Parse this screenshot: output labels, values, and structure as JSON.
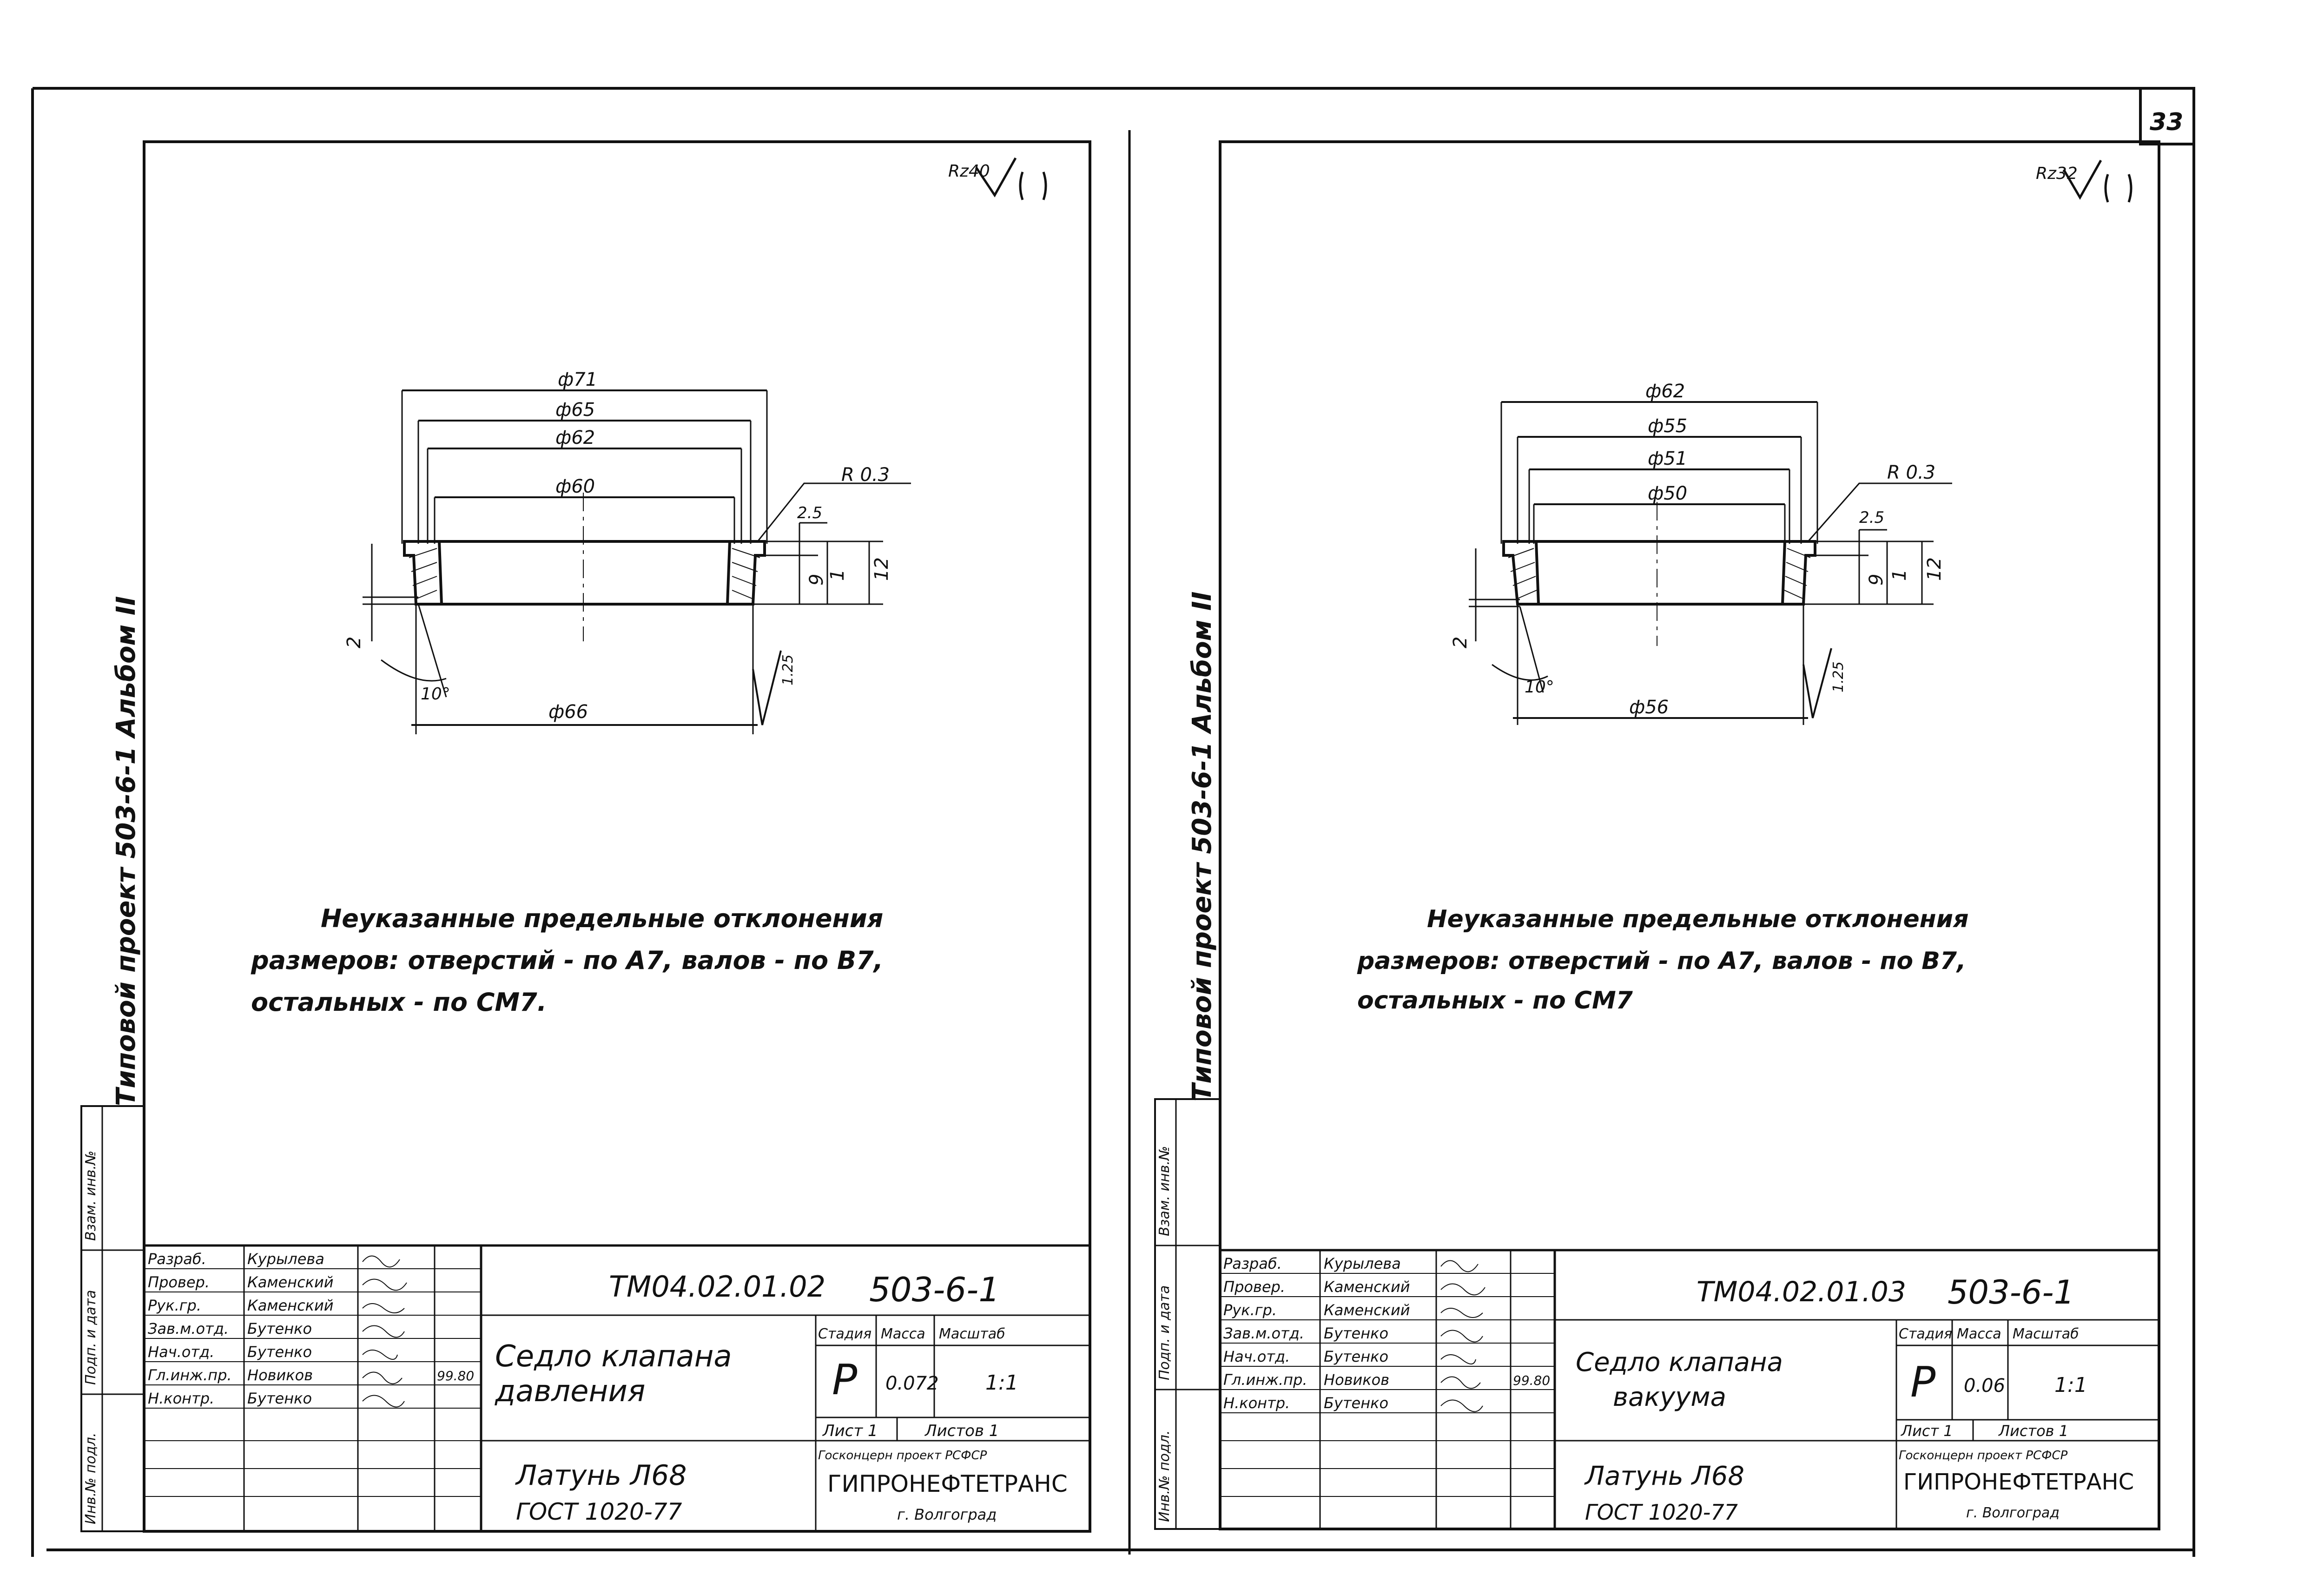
{
  "page_number": "33",
  "left_sheet": {
    "roughness": "Rz40",
    "album": "Типовой проект 503-6-1 Альбом II",
    "dims": {
      "d71": "ф71",
      "d65": "ф65",
      "d62": "ф62",
      "d60": "ф60",
      "d66": "ф66",
      "r03": "R 0.3",
      "h25": "2.5",
      "h9": "9",
      "h1": "1",
      "h12": "12",
      "h2": "2",
      "a10": "10°",
      "rough25": "1.25"
    },
    "note": [
      "Неуказанные предельные отклонения",
      "размеров: отверстий - по A7, валов - по B7,",
      "остальных - по CM7."
    ],
    "designation": "ТМ04.02.01.02",
    "project": "503-6-1",
    "title": [
      "Седло клапана",
      "давления"
    ],
    "material": [
      "Латунь Л68",
      "ГОСТ 1020-77"
    ],
    "stage_hdr": "Стадия",
    "mass_hdr": "Масса",
    "scale_hdr": "Масштаб",
    "stage": "Р",
    "mass": "0.072",
    "scale": "1:1",
    "sheet": "Лист 1",
    "sheets": "Листов 1",
    "org_line": "Госконцерн проект РСФСР",
    "org": "ГИПРОНЕФТЕТРАНС",
    "city": "г. Волгоград",
    "roles": [
      "Разраб.",
      "Провер.",
      "Рук.гр.",
      "Зав.м.отд.",
      "Нач.отд.",
      "Гл.инж.пр.",
      "Н.контр."
    ],
    "names": [
      "Курылева",
      "Каменский",
      "Каменский",
      "Бутенко",
      "Бутенко",
      "Новиков",
      "Бутенко"
    ],
    "date": "99.80",
    "side_stamp": [
      "Инв.№ подл.",
      "Подп. и дата",
      "Взам. инв.№"
    ]
  },
  "right_sheet": {
    "roughness": "Rz32",
    "album": "Типовой проект 503-6-1 Альбом II",
    "dims": {
      "d62": "ф62",
      "d55": "ф55",
      "d51": "ф51",
      "d50": "ф50",
      "d56": "ф56",
      "r03": "R 0.3",
      "h25": "2.5",
      "h9": "9",
      "h1": "1",
      "h12": "12",
      "h2": "2",
      "a10": "10°",
      "rough25": "1.25"
    },
    "note": [
      "Неуказанные предельные отклонения",
      "размеров: отверстий - по A7, валов - по B7,",
      "остальных - по CM7"
    ],
    "designation": "ТМ04.02.01.03",
    "project": "503-6-1",
    "title": [
      "Седло клапана",
      "вакуума"
    ],
    "material": [
      "Латунь Л68",
      "ГОСТ 1020-77"
    ],
    "stage_hdr": "Стадия",
    "mass_hdr": "Масса",
    "scale_hdr": "Масштаб",
    "stage": "Р",
    "mass": "0.06",
    "scale": "1:1",
    "sheet": "Лист 1",
    "sheets": "Листов 1",
    "org_line": "Госконцерн проект РСФСР",
    "org": "ГИПРОНЕФТЕТРАНС",
    "city": "г. Волгоград",
    "roles": [
      "Разраб.",
      "Провер.",
      "Рук.гр.",
      "Зав.м.отд.",
      "Нач.отд.",
      "Гл.инж.пр.",
      "Н.контр."
    ],
    "names": [
      "Курылева",
      "Каменский",
      "Каменский",
      "Бутенко",
      "Бутенко",
      "Новиков",
      "Бутенко"
    ],
    "date": "99.80",
    "side_stamp": [
      "Инв.№ подл.",
      "Подп. и дата",
      "Взам. инв.№"
    ]
  }
}
